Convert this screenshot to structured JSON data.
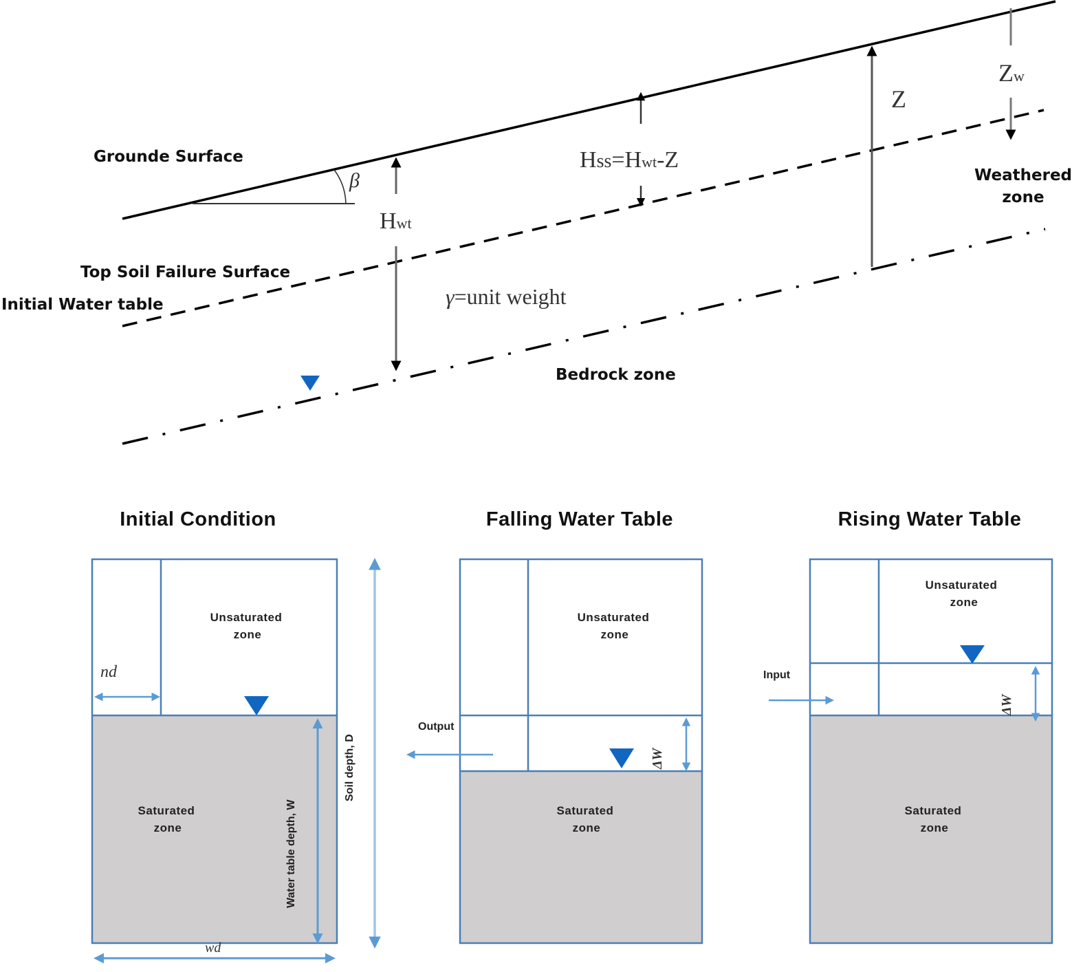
{
  "top_diagram": {
    "labels": {
      "ground_surface": "Grounde Surface",
      "top_soil_failure_surface": "Top Soil Failure Surface",
      "initial_water_table": "Initial Water table",
      "bedrock_zone": "Bedrock zone",
      "weathered_zone_line1": "Weathered",
      "weathered_zone_line2": "zone",
      "slope_angle": "β",
      "hwt_main": "H",
      "hwt_sub": "wt",
      "hss_eq_h1": "H",
      "hss_eq_sub1": "ss",
      "hss_eq_eq": "=H",
      "hss_eq_sub2": "wt",
      "hss_eq_tail": "-Z",
      "z": "Z",
      "zw_main": "Z",
      "zw_sub": "w",
      "gamma": "γ",
      "unit_weight": "=unit   weight"
    }
  },
  "panels": [
    {
      "title": "Initial Condition",
      "unsaturated_line1": "Unsaturated",
      "unsaturated_line2": "zone",
      "saturated_line1": "Saturated",
      "saturated_line2": "zone",
      "nd_label": "nd",
      "water_table_depth_label": "Water table depth, W",
      "soil_depth_label": "Soil depth, D",
      "width_label": "wd"
    },
    {
      "title": "Falling Water Table",
      "unsaturated_line1": "Unsaturated",
      "unsaturated_line2": "zone",
      "saturated_line1": "Saturated",
      "saturated_line2": "zone",
      "flow_label": "Output",
      "delta_label": "ΔW"
    },
    {
      "title": "Rising Water Table",
      "unsaturated_line1": "Unsaturated",
      "unsaturated_line2": "zone",
      "saturated_line1": "Saturated",
      "saturated_line2": "zone",
      "flow_label": "Input",
      "delta_label": "ΔW"
    }
  ],
  "colors": {
    "line": "#000000",
    "box_stroke": "#4a7fb5",
    "arrow_blue": "#5b9bd5",
    "triangle_blue": "#1166c2",
    "saturated_fill": "#d0cecf"
  }
}
